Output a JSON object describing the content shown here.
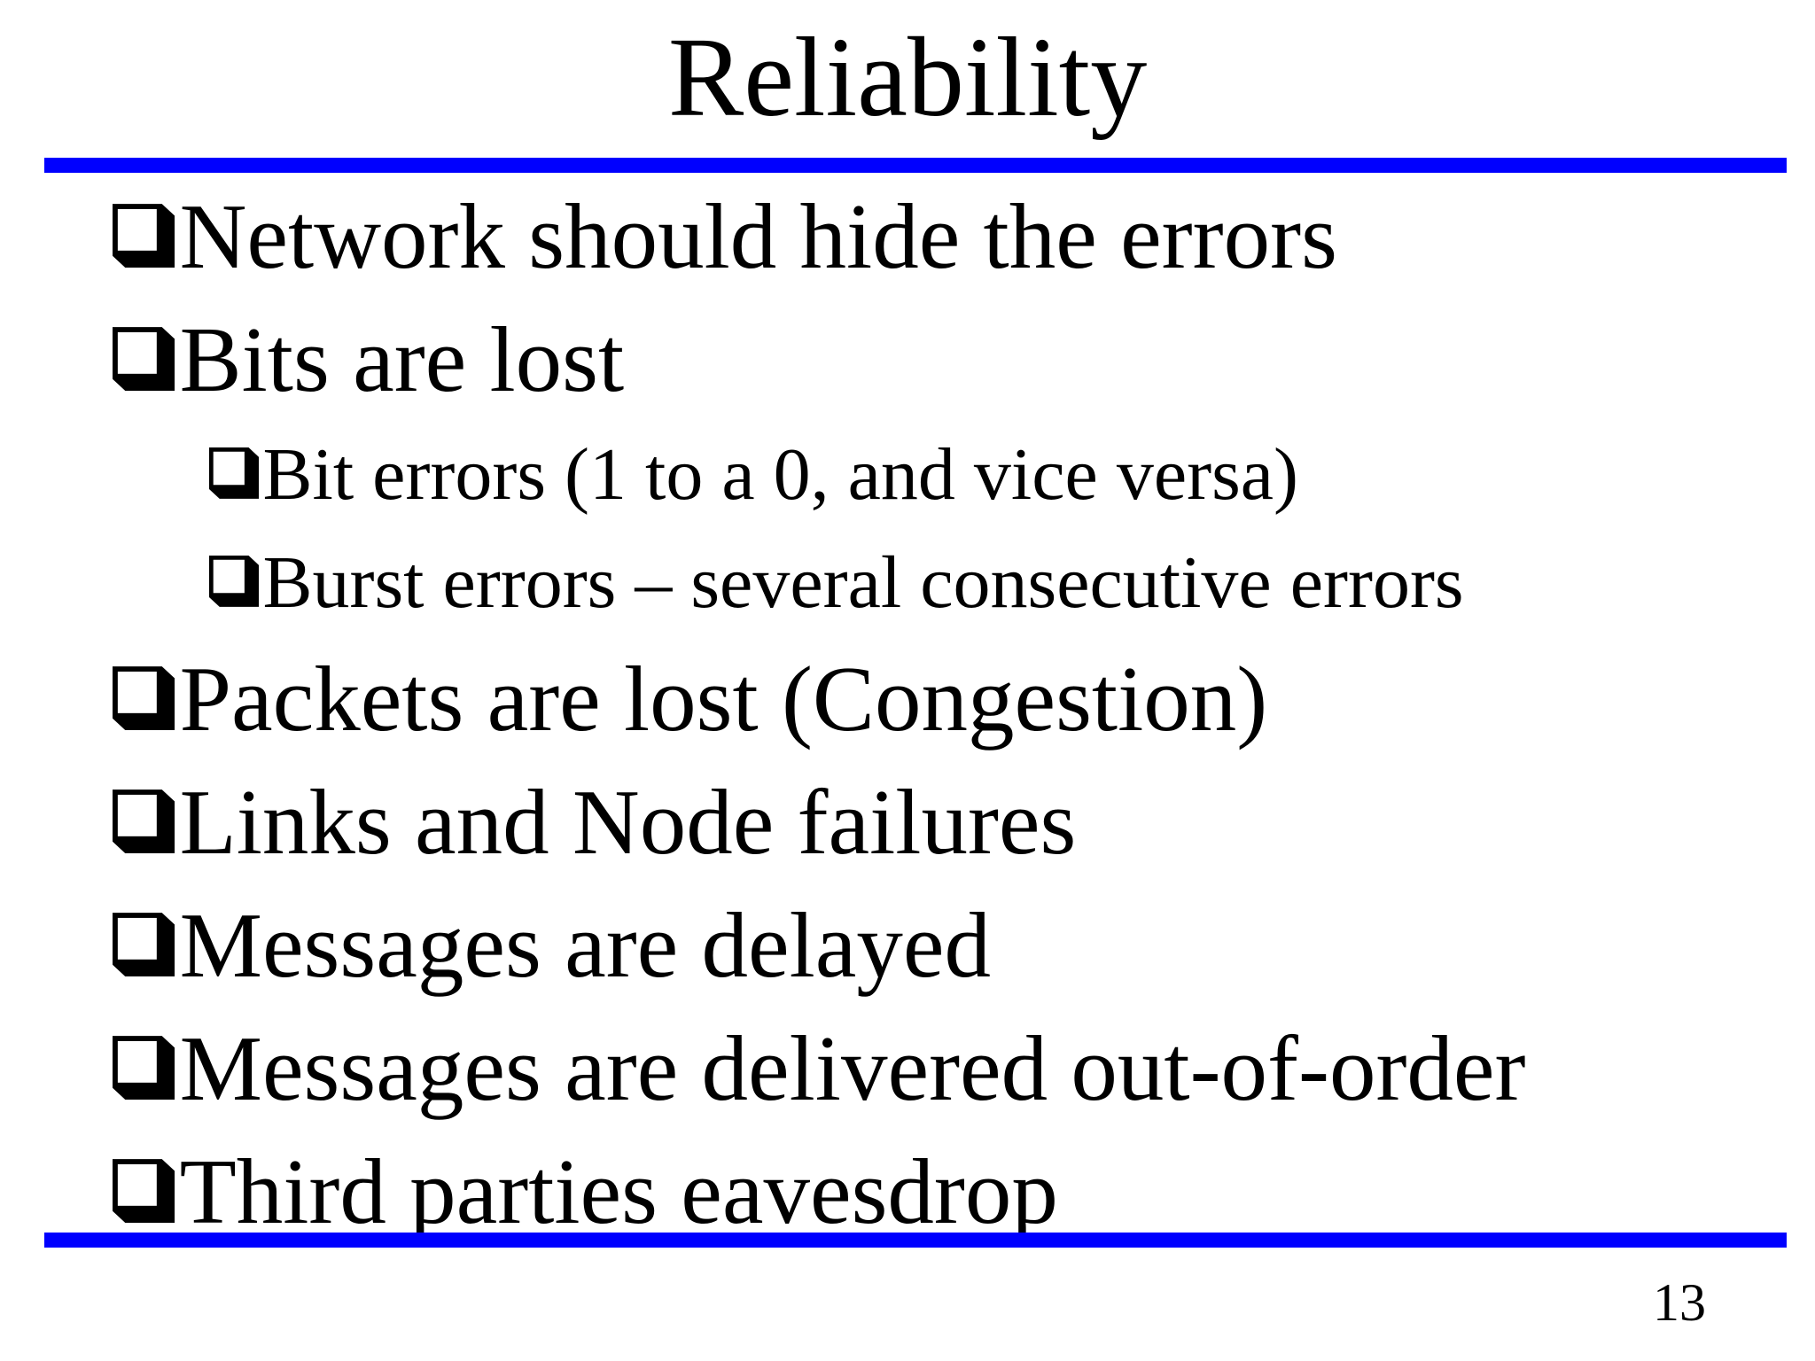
{
  "slide": {
    "title": "Reliability",
    "page_number": "13",
    "accent_color": "#0000ff",
    "bullet_icon": "checkbox-bullet-icon",
    "bullets": [
      {
        "level": 1,
        "text": "Network should hide the errors"
      },
      {
        "level": 1,
        "text": "Bits are lost"
      },
      {
        "level": 2,
        "text": "Bit errors (1 to a 0, and vice versa)"
      },
      {
        "level": 2,
        "text": "Burst errors – several consecutive errors"
      },
      {
        "level": 1,
        "text": "Packets are lost (Congestion)"
      },
      {
        "level": 1,
        "text": "Links and Node failures"
      },
      {
        "level": 1,
        "text": "Messages are delayed"
      },
      {
        "level": 1,
        "text": "Messages are delivered out-of-order"
      },
      {
        "level": 1,
        "text": "Third parties eavesdrop"
      }
    ]
  }
}
